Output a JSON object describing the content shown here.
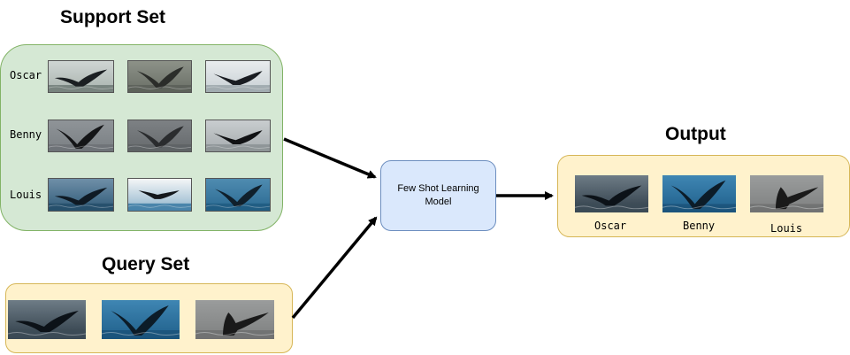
{
  "support_set": {
    "title": "Support Set",
    "rows": [
      {
        "name": "Oscar"
      },
      {
        "name": "Benny"
      },
      {
        "name": "Louis"
      }
    ]
  },
  "query_set": {
    "title": "Query Set"
  },
  "model": {
    "label_line1": "Few Shot Learning",
    "label_line2": "Model"
  },
  "output": {
    "title": "Output",
    "labels": [
      "Oscar",
      "Benny",
      "Louis"
    ]
  },
  "colors": {
    "support_fill": "#d5e8d4",
    "support_border": "#82b366",
    "query_fill": "#fff2cc",
    "query_border": "#d6b656",
    "model_fill": "#dae8fc",
    "model_border": "#6c8ebf",
    "arrow": "#000000"
  },
  "icons": {
    "thumbnails": "whale-fluke-photo"
  }
}
